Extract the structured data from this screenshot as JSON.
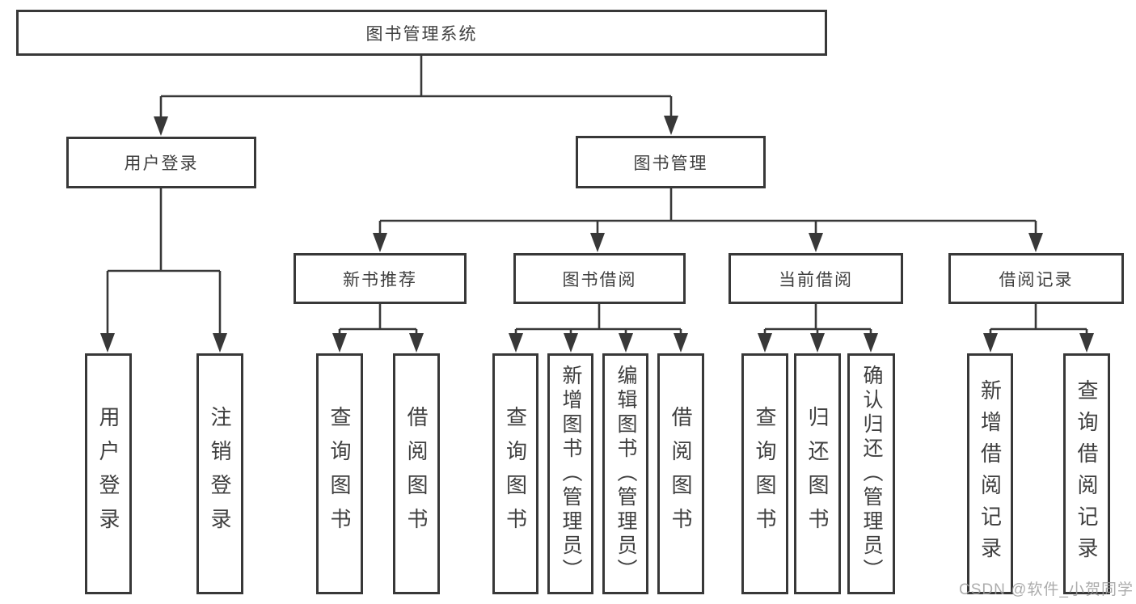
{
  "title": "图书管理系统",
  "tree": {
    "label": "图书管理系统",
    "children": [
      {
        "label": "用户登录",
        "children": [
          {
            "label": "用户登录"
          },
          {
            "label": "注销登录"
          }
        ]
      },
      {
        "label": "图书管理",
        "children": [
          {
            "label": "新书推荐",
            "children": [
              {
                "label": "查询图书"
              },
              {
                "label": "借阅图书"
              }
            ]
          },
          {
            "label": "图书借阅",
            "children": [
              {
                "label": "查询图书"
              },
              {
                "label": "新增图书（管理员）"
              },
              {
                "label": "编辑图书（管理员）"
              },
              {
                "label": "借阅图书"
              }
            ]
          },
          {
            "label": "当前借阅",
            "children": [
              {
                "label": "查询图书"
              },
              {
                "label": "归还图书"
              },
              {
                "label": "确认归还（管理员）"
              }
            ]
          },
          {
            "label": "借阅记录",
            "children": [
              {
                "label": "新增借阅记录"
              },
              {
                "label": "查询借阅记录"
              }
            ]
          }
        ]
      }
    ]
  },
  "watermark": "CSDN @软件_小贺同学",
  "colors": {
    "line": "#383838",
    "text": "#3f3f3f",
    "watermark": "#9e9e9e",
    "background": "#ffffff"
  }
}
